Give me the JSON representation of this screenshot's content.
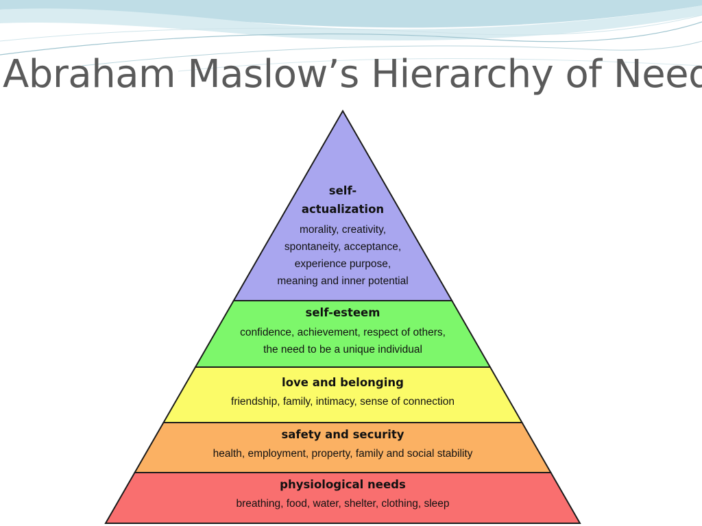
{
  "slide": {
    "title": "Abraham Maslow’s Hierarchy of Needs"
  },
  "colors": {
    "title_text": "#5a5a5a",
    "self_actualization": "#a9a6ef",
    "self_esteem": "#7df76b",
    "love_belonging": "#fbfb68",
    "safety_security": "#fbb163",
    "physiological": "#f96f6f",
    "outline": "#1a1a1a"
  },
  "pyramid": {
    "levels": [
      {
        "id": "self-actualization",
        "title_lines": [
          "self-",
          "actualization"
        ],
        "desc_lines": [
          "morality, creativity,",
          "spontaneity, acceptance,",
          "experience purpose,",
          "meaning and inner potential"
        ]
      },
      {
        "id": "self-esteem",
        "title_lines": [
          "self-esteem"
        ],
        "desc_lines": [
          "confidence, achievement, respect of others,",
          "the need to be a unique individual"
        ]
      },
      {
        "id": "love-and-belonging",
        "title_lines": [
          "love and belonging"
        ],
        "desc_lines": [
          "friendship, family, intimacy, sense of connection"
        ]
      },
      {
        "id": "safety-and-security",
        "title_lines": [
          "safety and security"
        ],
        "desc_lines": [
          "health, employment, property, family and social stability"
        ]
      },
      {
        "id": "physiological-needs",
        "title_lines": [
          "physiological needs"
        ],
        "desc_lines": [
          "breathing, food, water, shelter, clothing, sleep"
        ]
      }
    ]
  }
}
